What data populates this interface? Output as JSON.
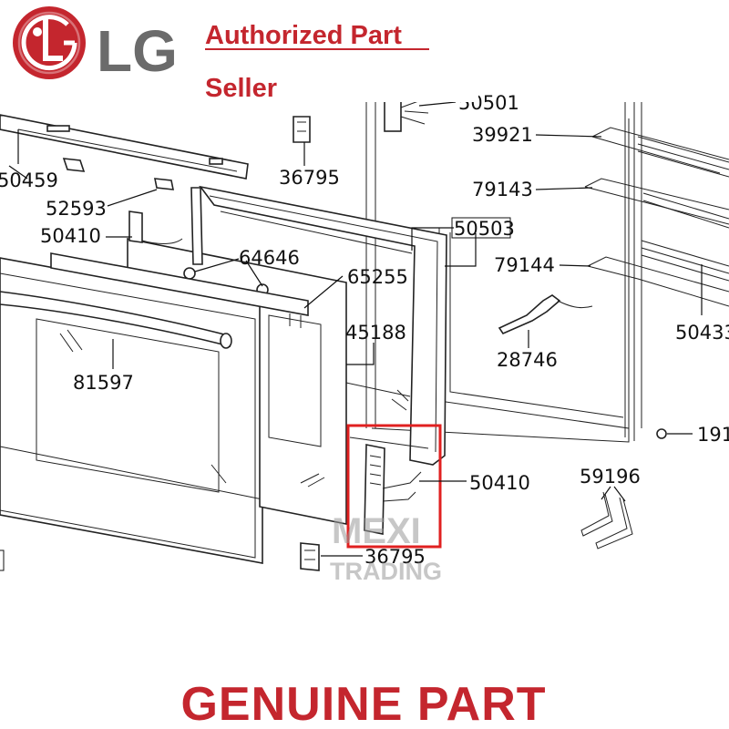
{
  "header": {
    "brand": "LG",
    "seller_line1": "Authorized Part",
    "seller_line2": "Seller"
  },
  "watermark": {
    "line1": "MEXI",
    "line2": "TRADING"
  },
  "footer": {
    "text": "GENUINE PART"
  },
  "colors": {
    "brand_red": "#c4262e",
    "highlight_red": "#e02020",
    "logo_gray": "#6b6b6b"
  },
  "parts": {
    "p50501": "50501",
    "p39921": "39921",
    "p79143": "79143",
    "p79144": "79144",
    "p50503": "50503",
    "p50433": "50433",
    "p50459": "50459",
    "p36795_top": "36795",
    "p52593": "52593",
    "p50410_left": "50410",
    "p64646": "64646",
    "p65255": "65255",
    "p45188": "45188",
    "p81597": "81597",
    "p28746": "28746",
    "p191": "191",
    "p50410_right": "50410",
    "p59196": "59196",
    "p36795_bottom": "36795"
  }
}
